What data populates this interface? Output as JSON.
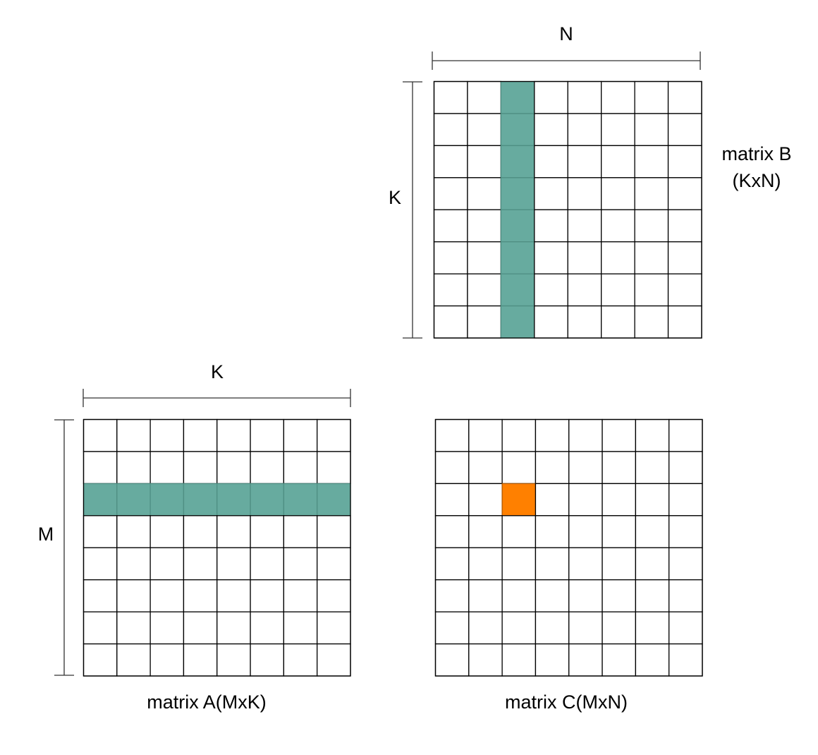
{
  "colors": {
    "highlight": "#67AB9F",
    "highlight_stroke": "#4f8f83",
    "result": "#FF8000",
    "result_stroke": "#b35a00",
    "line": "#000000"
  },
  "matrix_b": {
    "label_line1": "matrix B",
    "label_line2": "(KxN)",
    "rows": 8,
    "cols": 8,
    "highlight_col": 2,
    "top_dim": "N",
    "left_dim": "K"
  },
  "matrix_a": {
    "label": "matrix A(MxK)",
    "rows": 8,
    "cols": 8,
    "highlight_row": 2,
    "top_dim": "K",
    "left_dim": "M"
  },
  "matrix_c": {
    "label": "matrix C(MxN)",
    "rows": 8,
    "cols": 8,
    "highlight_row": 2,
    "highlight_col": 2
  }
}
